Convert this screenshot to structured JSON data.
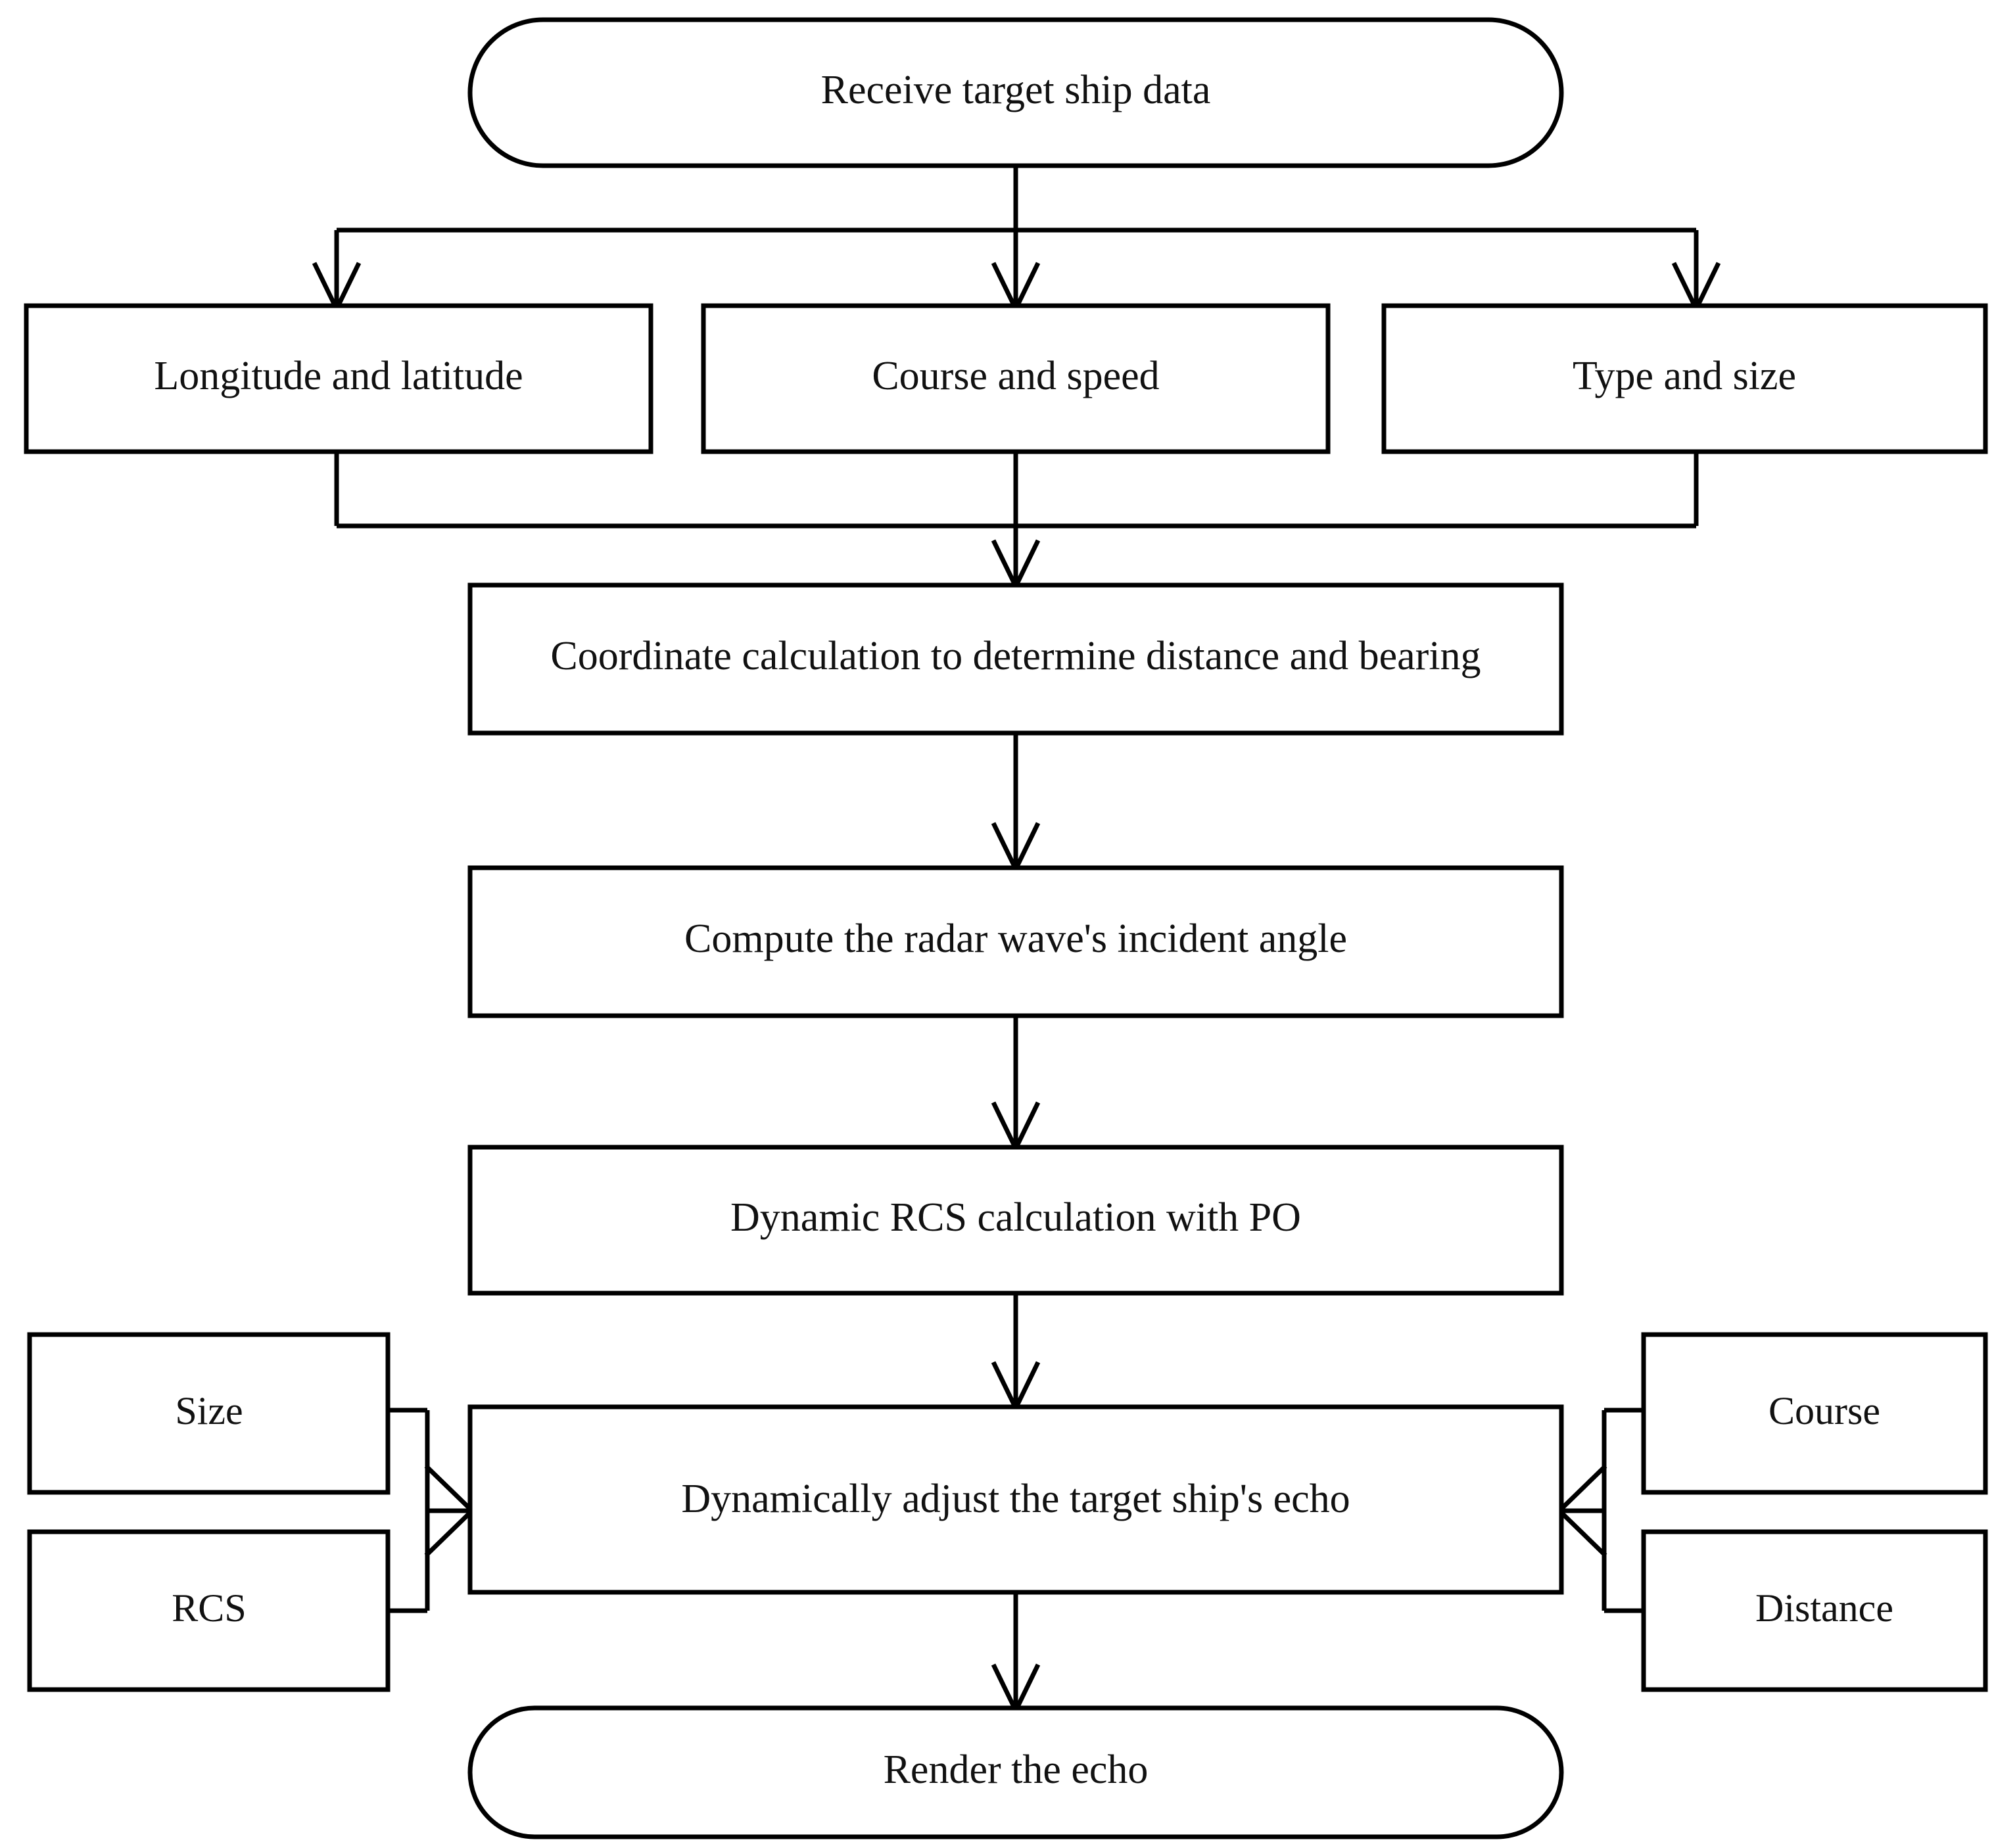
{
  "diagram": {
    "title": "Target ship echo simulation flowchart",
    "type": "flowchart",
    "background_color": "#ffffff",
    "line_color": "#000000",
    "text_color": "#111111",
    "nodes": {
      "start": {
        "label": "Receive target ship data",
        "shape": "rounded-terminator"
      },
      "longitude_latitude": {
        "label": "Longitude and latitude",
        "shape": "rectangle"
      },
      "course_speed": {
        "label": "Course and speed",
        "shape": "rectangle"
      },
      "type_size": {
        "label": "Type and size",
        "shape": "rectangle"
      },
      "coordinate_calculation": {
        "label": "Coordinate calculation to determine distance and bearing",
        "shape": "rectangle"
      },
      "incident_angle": {
        "label": "Compute the radar wave's incident angle",
        "shape": "rectangle"
      },
      "dynamic_rcs": {
        "label": "Dynamic RCS calculation with PO",
        "shape": "rectangle"
      },
      "size": {
        "label": "Size",
        "shape": "rectangle"
      },
      "rcs": {
        "label": "RCS",
        "shape": "rectangle"
      },
      "adjust_echo": {
        "label": "Dynamically adjust the target ship's echo",
        "shape": "rectangle"
      },
      "course": {
        "label": "Course",
        "shape": "rectangle"
      },
      "distance": {
        "label": "Distance",
        "shape": "rectangle"
      },
      "render": {
        "label": "Render the echo",
        "shape": "rounded-terminator"
      }
    },
    "edges": [
      {
        "from": "start",
        "to": "longitude_latitude",
        "style": "orthogonal-split",
        "arrow": "down"
      },
      {
        "from": "start",
        "to": "course_speed",
        "style": "straight",
        "arrow": "down"
      },
      {
        "from": "start",
        "to": "type_size",
        "style": "orthogonal-split",
        "arrow": "down"
      },
      {
        "from": "longitude_latitude",
        "to": "coordinate_calculation",
        "style": "orthogonal-merge",
        "arrow": "down"
      },
      {
        "from": "course_speed",
        "to": "coordinate_calculation",
        "style": "straight",
        "arrow": "down"
      },
      {
        "from": "type_size",
        "to": "coordinate_calculation",
        "style": "orthogonal-merge",
        "arrow": "down"
      },
      {
        "from": "coordinate_calculation",
        "to": "incident_angle",
        "style": "straight",
        "arrow": "down"
      },
      {
        "from": "incident_angle",
        "to": "dynamic_rcs",
        "style": "straight",
        "arrow": "down"
      },
      {
        "from": "dynamic_rcs",
        "to": "adjust_echo",
        "style": "straight",
        "arrow": "down"
      },
      {
        "from": "size",
        "to": "adjust_echo",
        "style": "orthogonal-merge",
        "arrow": "right"
      },
      {
        "from": "rcs",
        "to": "adjust_echo",
        "style": "orthogonal-merge",
        "arrow": "right"
      },
      {
        "from": "course",
        "to": "adjust_echo",
        "style": "orthogonal-merge",
        "arrow": "left"
      },
      {
        "from": "distance",
        "to": "adjust_echo",
        "style": "orthogonal-merge",
        "arrow": "left"
      },
      {
        "from": "adjust_echo",
        "to": "render",
        "style": "straight",
        "arrow": "down"
      }
    ]
  }
}
